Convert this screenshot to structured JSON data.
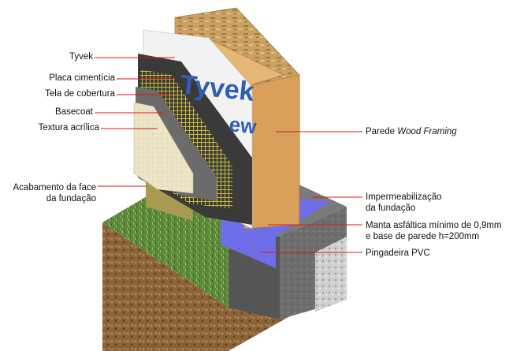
{
  "diagram": {
    "colors": {
      "leader_line": "#e0161b",
      "soil": "#8a6238",
      "grass": "#5d8a3a",
      "concrete": "#6e6e6e",
      "gravel": "#cfcfcf",
      "osb": "#c9a162",
      "wood_stud": "#d9a05c",
      "tyvek": "#f2f2f2",
      "tyvek_logo": "#2f5fb3",
      "cement_board": "#3a3a3a",
      "mesh": "#c8b83a",
      "basecoat": "#6b6b6b",
      "texture": "#ece4c6",
      "membrane": "#6e6ee8",
      "foundation_face": "#a89a4e"
    },
    "tyvek_logo_text": "Tyvek",
    "tyvek_logo_sub": "ew",
    "labels_left": [
      {
        "id": "tyvek",
        "text": "Tyvek"
      },
      {
        "id": "placa",
        "text": "Placa cimentícia"
      },
      {
        "id": "tela",
        "text": "Tela de cobertura"
      },
      {
        "id": "basecoat",
        "text": "Basecoat"
      },
      {
        "id": "textura",
        "text": "Textura acrílica"
      },
      {
        "id": "acabamento_l1",
        "text": "Acabamento da face"
      },
      {
        "id": "acabamento_l2",
        "text": "da fundação"
      }
    ],
    "labels_right": [
      {
        "id": "parede_prefix",
        "text": "Parede "
      },
      {
        "id": "parede_em",
        "text": "Wood Framing"
      },
      {
        "id": "impermeab_l1",
        "text": "Impermeabilização"
      },
      {
        "id": "impermeab_l2",
        "text": "da fundação"
      },
      {
        "id": "manta_l1",
        "text": "Manta asfáltica mínimo de 0,9mm"
      },
      {
        "id": "manta_l2",
        "text": "e base de parede  h=200mm"
      },
      {
        "id": "pingadeira",
        "text": "Pingadeira PVC"
      }
    ]
  }
}
